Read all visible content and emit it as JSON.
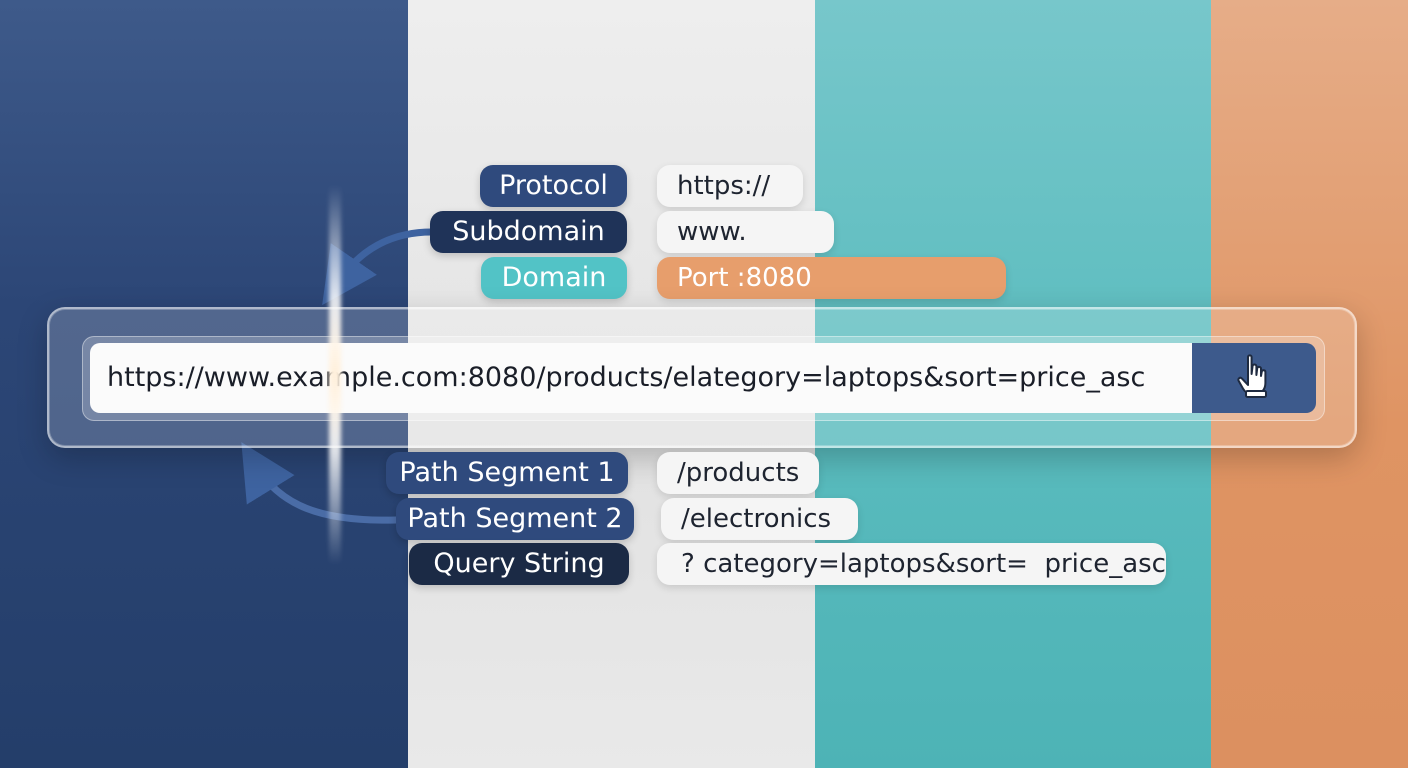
{
  "labels": {
    "protocol": "Protocol",
    "subdomain": "Subdomain",
    "domain": "Domain",
    "path_segment_1": "Path Segment 1",
    "path_segment_2": "Path Segment 2",
    "query_string": "Query String"
  },
  "values": {
    "protocol": "https://",
    "subdomain": "www.",
    "port": "Port :8080",
    "path_segment_1": "/products",
    "path_segment_2": "/electronics",
    "query_string": "? category=laptops&sort=  price_asc"
  },
  "url_bar": {
    "value": "https://www.example.com:8080/products/elategory=laptops&sort=price_asc",
    "go_icon": "pointer-hand-icon"
  },
  "colors": {
    "navy": "#2f4a7d",
    "teal": "#52c3c6",
    "orange": "#e79e6c",
    "gray": "#e6e6e6"
  }
}
